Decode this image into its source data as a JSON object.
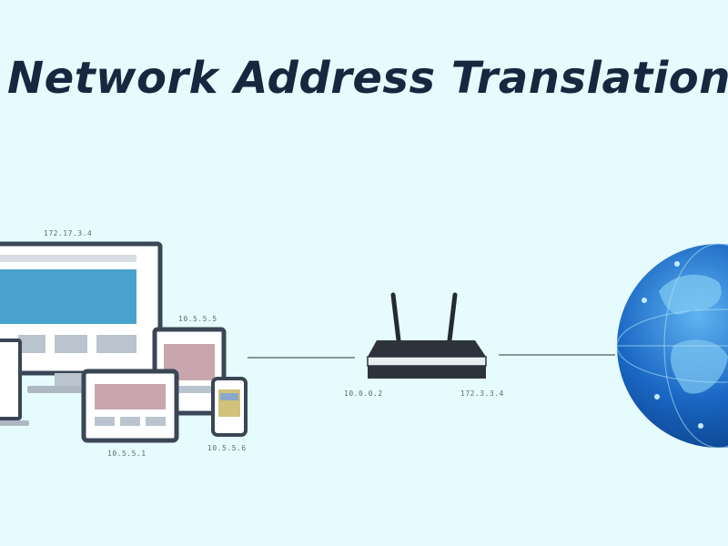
{
  "title": "Network Address Translation",
  "labels": {
    "desktop_ip": "172.17.3.4",
    "laptop_ip": "10.5.5.5",
    "tablet_ip": "10.5.5.1",
    "phone_ip": "10.5.5.6",
    "router_inside_ip": "10.0.0.2",
    "router_outside_ip": "172.3.3.4"
  },
  "colors": {
    "background": "#e6fbfd",
    "device_frame": "#3a4656",
    "screen_accent": "#4aa3cc",
    "screen_rose": "#c9a6ae",
    "globe": "#1a67c4",
    "link": "#8a96a3"
  }
}
